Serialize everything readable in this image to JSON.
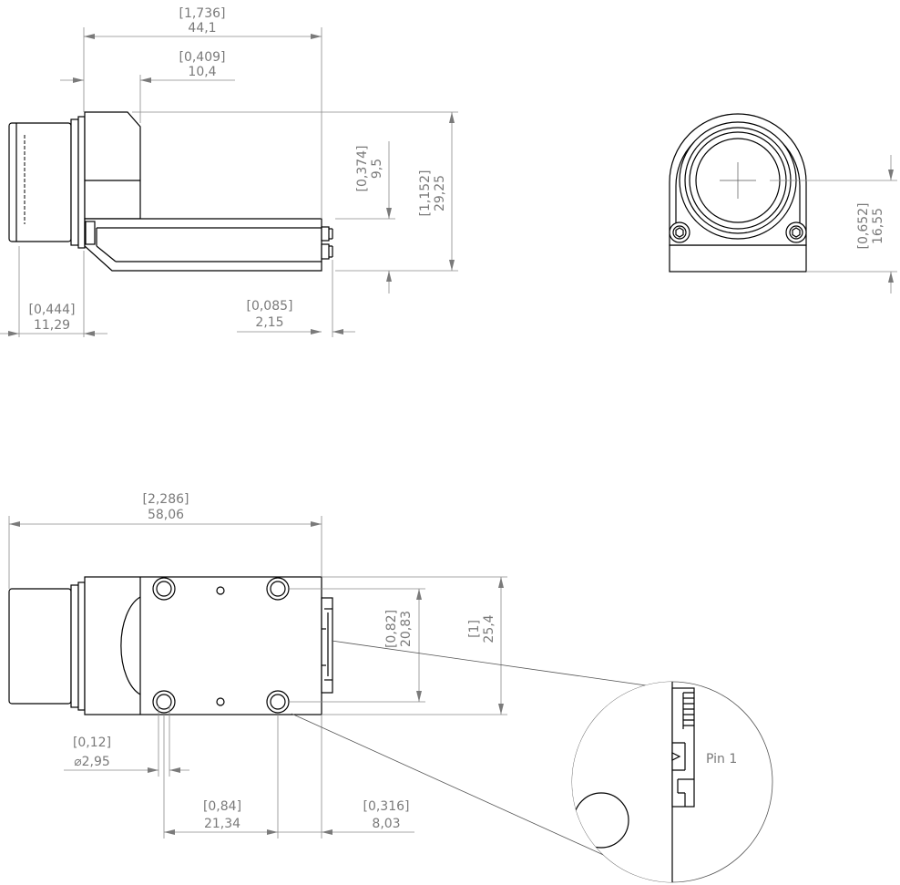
{
  "colors": {
    "outline": "#000000",
    "dimension": "#7a7a7a",
    "background": "#ffffff"
  },
  "side_view": {
    "overall_length": {
      "inch": "[1,736]",
      "mm": "44,1"
    },
    "offset_top": {
      "inch": "[0,409]",
      "mm": "10,4"
    },
    "lens_length": {
      "inch": "[0,444]",
      "mm": "11,29"
    },
    "connector_protrusion": {
      "inch": "[0,085]",
      "mm": "2,15"
    },
    "step_height": {
      "inch": "[0,374]",
      "mm": "9,5"
    },
    "overall_height": {
      "inch": "[1,152]",
      "mm": "29,25"
    }
  },
  "front_view": {
    "optical_center_height": {
      "inch": "[0,652]",
      "mm": "16,55"
    }
  },
  "bottom_view": {
    "overall_length": {
      "inch": "[2,286]",
      "mm": "58,06"
    },
    "hole_diameter": {
      "inch": "[0,12]",
      "mm": "⌀2,95"
    },
    "hole_spacing_x": {
      "inch": "[0,84]",
      "mm": "21,34"
    },
    "hole_to_edge": {
      "inch": "[0,316]",
      "mm": "8,03"
    },
    "hole_spacing_y": {
      "inch": "[0,82]",
      "mm": "20,83"
    },
    "overall_width": {
      "inch": "[1]",
      "mm": "25,4"
    }
  },
  "detail": {
    "pin_label": "Pin 1"
  }
}
